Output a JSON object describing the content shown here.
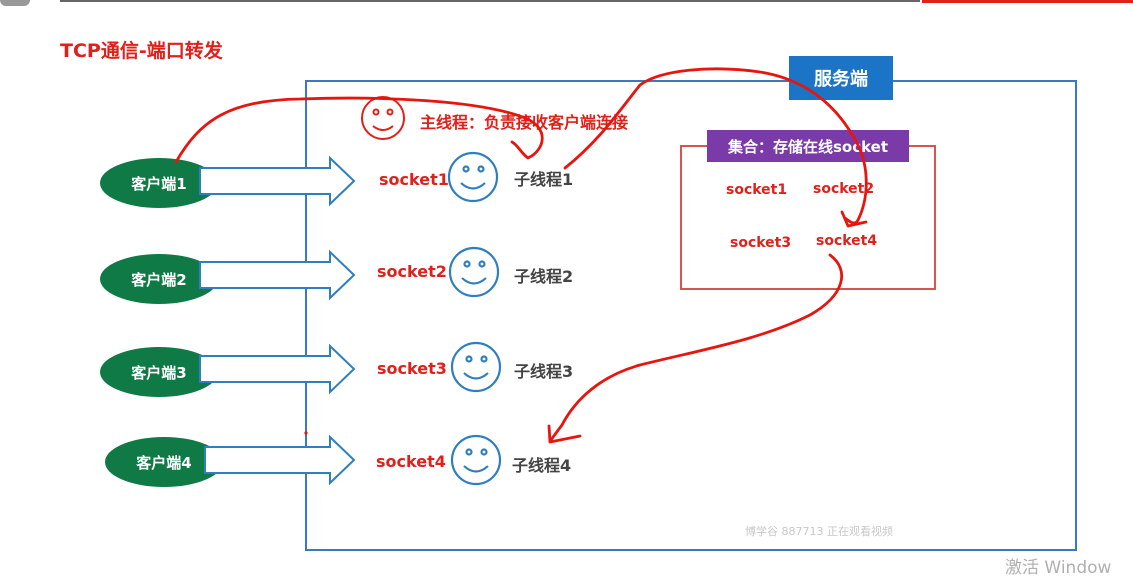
{
  "title": "TCP通信-端口转发",
  "server_label": "服务端",
  "main_thread_label": "主线程：负责接收客户端连接",
  "set_label": "集合：存储在线socket",
  "set_items": [
    "socket1",
    "socket2",
    "socket3",
    "socket4"
  ],
  "rows": [
    {
      "client": "客户端1",
      "socket": "socket1",
      "thread": "子线程1"
    },
    {
      "client": "客户端2",
      "socket": "socket2",
      "thread": "子线程2"
    },
    {
      "client": "客户端3",
      "socket": "socket3",
      "thread": "子线程3"
    },
    {
      "client": "客户端4",
      "socket": "socket4",
      "thread": "子线程4"
    }
  ],
  "watermark": "博学谷 887713 正在观看视频",
  "activate_text": "激活 Window",
  "colors": {
    "accent_red": "#e0201b",
    "client_green": "#0f7a45",
    "server_blue": "#1b74c6",
    "set_purple": "#7a3aa8",
    "arrow_blue": "#2f7fc0"
  }
}
